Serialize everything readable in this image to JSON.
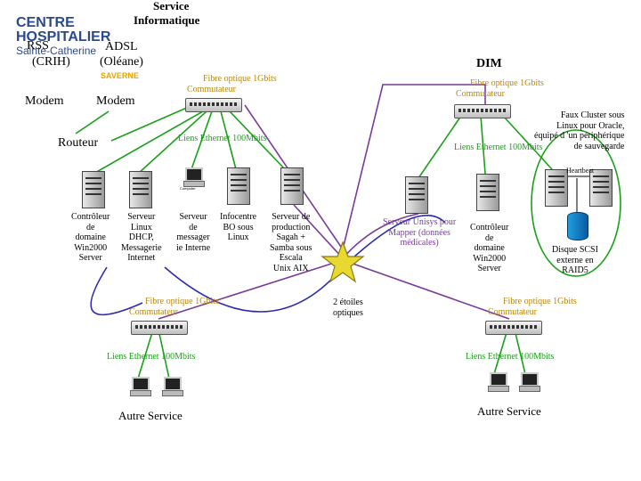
{
  "header": {
    "title_line1": "Service",
    "title_line2": "Informatique",
    "logo_line1": "CENTRE",
    "logo_line2": "HOSPITALIER",
    "logo_line3": "Sainte-Catherine",
    "logo_city": "SAVERNE"
  },
  "top_left": {
    "rss_label": "RSS",
    "rss_sub": "(CRIH)",
    "adsl_label": "ADSL",
    "adsl_sub": "(Oléane)",
    "modem_left": "Modem",
    "modem_right": "Modem",
    "router": "Routeur"
  },
  "dim_label": "DIM",
  "links": {
    "fibre_center": "Fibre optique 1Gbits",
    "switch_center": "Commutateur",
    "ethernet_center": "Liens Ethernet 100Mbits",
    "fibre_dim": "Fibre optique 1Gbits",
    "switch_dim": "Commutateur",
    "ethernet_dim": "Liens Ethernet 100Mbits",
    "fibre_bl": "Fibre optique 1Gbits",
    "switch_bl": "Commutateur",
    "ethernet_bl": "Liens Ethernet 100Mbits",
    "fibre_br": "Fibre optique 1Gbits",
    "switch_br": "Commutateur",
    "ethernet_br": "Liens Ethernet 100Mbits"
  },
  "servers": {
    "s1": [
      "Contrôleur",
      "de",
      "domaine",
      "Win2000",
      "Server"
    ],
    "s2": [
      "Serveur",
      "Linux",
      "DHCP,",
      "Messagerie",
      "Internet"
    ],
    "s3": [
      "Serveur",
      "de",
      "messager",
      "ie Interne"
    ],
    "s4": [
      "Infocentre",
      "BO sous",
      "Linux"
    ],
    "s5": [
      "Serveur de",
      "production",
      "Sagah +",
      "Samba sous",
      "Escala",
      "Unix AIX"
    ],
    "s6": [
      "Serveur Unisys pour",
      "Mapper (données",
      "médicales)"
    ],
    "s7": [
      "Contrôleur",
      "de",
      "domaine",
      "Win2000",
      "Server"
    ],
    "cluster": [
      "Faux Cluster sous",
      "Linux pour Oracle,",
      "équipé d 'un périphérique",
      "de sauvegarde"
    ],
    "heartbeat": "Heartbeat",
    "disk": [
      "Disque SCSI",
      "externe en",
      "RAID5"
    ]
  },
  "star_label": [
    "2 étoiles",
    "optiques"
  ],
  "other_service_left": "Autre Service",
  "other_service_right": "Autre Service",
  "computer_label": "Computer"
}
